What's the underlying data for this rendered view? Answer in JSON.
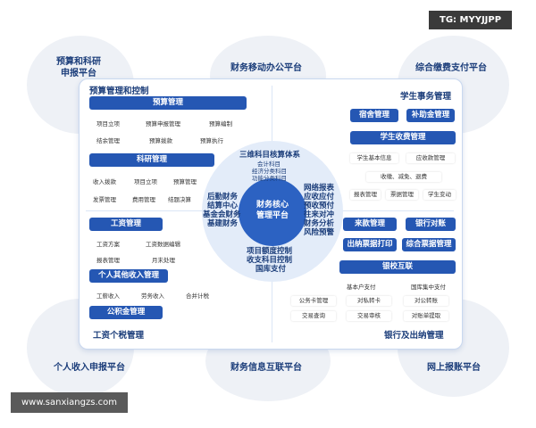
{
  "watermark": "TG: MYYJJPP",
  "url": "www.sanxiangzs.com",
  "outer": {
    "top_left": [
      "预算和科研",
      "申报平台"
    ],
    "top_center": "财务移动办公平台",
    "top_right": "综合缴费支付平台",
    "bottom_left": "个人收入申报平台",
    "bottom_center": "财务信息互联平台",
    "bottom_right": "网上报账平台"
  },
  "sections": {
    "budget_title": "预算管理和控制",
    "student_title": "学生事务管理",
    "tax_title": "工资个税管理",
    "bank_title": "银行及出纳管理"
  },
  "headers": {
    "budget": "预算管理",
    "research": "科研管理",
    "dorm": "宿舍管理",
    "subsidy": "补助金管理",
    "fee": "学生收费管理",
    "salary": "工资管理",
    "other_income": "个人其他收入管理",
    "fund": "公积金管理",
    "receipt": "来款管理",
    "bank_recon": "银行对账",
    "print": "出纳票据打印",
    "bill": "综合票据管理",
    "bank_link": "银校互联"
  },
  "items": {
    "budget": [
      "项目立项",
      "预算申报管理",
      "预算编制",
      "结余管理",
      "预算拨款",
      "预算执行"
    ],
    "research": [
      "收入拨款",
      "项目立项",
      "预算管理",
      "发票管理",
      "费用管理",
      "结题决算"
    ],
    "fee": [
      "学生基本信息",
      "应收款管理",
      "收缴、减免、退费",
      "报表管理",
      "票据管理",
      "学生变动"
    ],
    "salary": [
      "工资方案",
      "工资数据编辑",
      "报表管理",
      "月末处理"
    ],
    "other_income": [
      "工薪收入",
      "劳务收入",
      "合并计税"
    ],
    "bank": [
      "基本户支付",
      "国库集中支付",
      "公务卡管理",
      "对私转卡",
      "对公转账",
      "交易查询",
      "交易审核",
      "对账单提取"
    ]
  },
  "core": {
    "center": [
      "财务核心",
      "管理平台"
    ],
    "top_title": "三维科目核算体系",
    "top_subs": [
      "会计科目",
      "经济分类科目",
      "功能分类科目"
    ],
    "left": [
      "后勤财务",
      "结算中心",
      "基金会财务",
      "基建财务"
    ],
    "right": [
      "网络报表",
      "应收应付",
      "预收预付",
      "往来对冲",
      "财务分析",
      "风险预警"
    ],
    "bottom": [
      "项目额度控制",
      "收支科目控制",
      "国库支付"
    ]
  },
  "colors": {
    "accent": "#2557b3",
    "core": "#2c62c2",
    "ring": "#e3ecf9"
  }
}
